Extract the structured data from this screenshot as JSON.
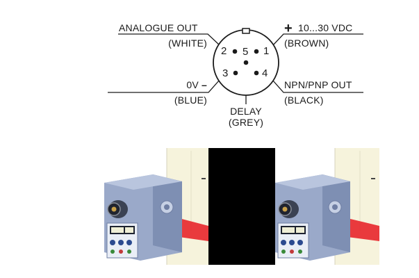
{
  "pinout": {
    "analogue_out": "ANALOGUE OUT",
    "white": "(WHITE)",
    "zero_v": "0V",
    "minus": "–",
    "blue": "(BLUE)",
    "plus": "+",
    "vdc": "10...30 VDC",
    "brown": "(BROWN)",
    "npn_pnp_out": "NPN/PNP OUT",
    "black": "(BLACK)",
    "delay": "DELAY",
    "grey": "(GREY)",
    "pin1": "1",
    "pin2": "2",
    "pin3": "3",
    "pin4": "4",
    "pin5": "5"
  },
  "colors": {
    "line": "#1a1a1a",
    "sensor_body": "#9aa9c9",
    "sensor_dark": "#3b4253",
    "panel": "#e9eef6",
    "laser": "#e8262b",
    "screen": "#efefd6",
    "separator": "#000000"
  }
}
